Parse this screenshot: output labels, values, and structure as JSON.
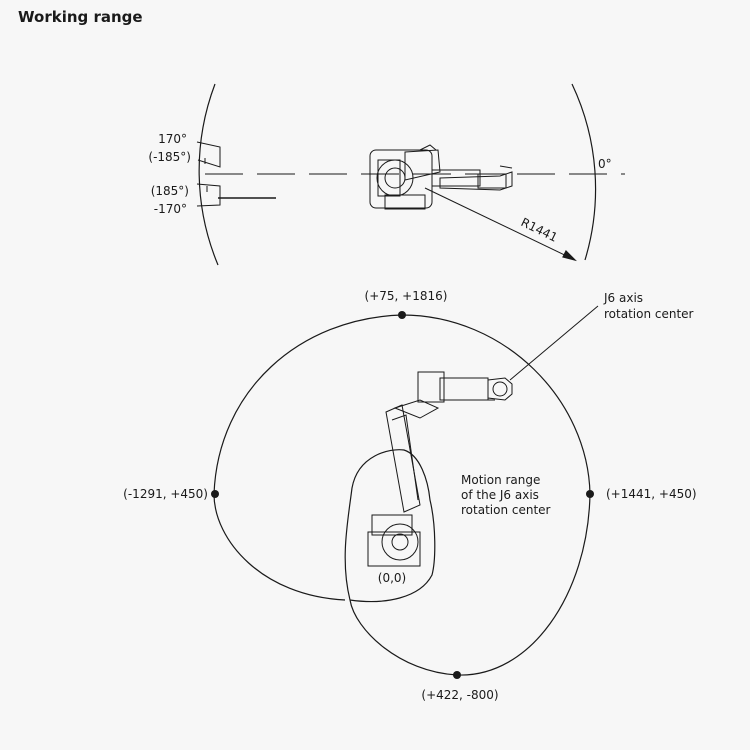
{
  "title": "Working range",
  "top_view": {
    "angle_pos": "170°",
    "angle_pos_alt": "(-185°)",
    "angle_neg_alt": "(185°)",
    "angle_neg": "-170°",
    "zero_angle": "0°",
    "radius": "R1441"
  },
  "side_view": {
    "point_top": "(+75, +1816)",
    "point_left": "(-1291, +450)",
    "point_right": "(+1441, +450)",
    "point_bottom": "(+422, -800)",
    "origin": "(0,0)",
    "j6_label_line1": "J6 axis",
    "j6_label_line2": "rotation center",
    "motion_line1": "Motion range",
    "motion_line2": "of the J6 axis",
    "motion_line3": "rotation center"
  },
  "colors": {
    "line": "#1a1a1a",
    "background": "#f7f7f7"
  }
}
